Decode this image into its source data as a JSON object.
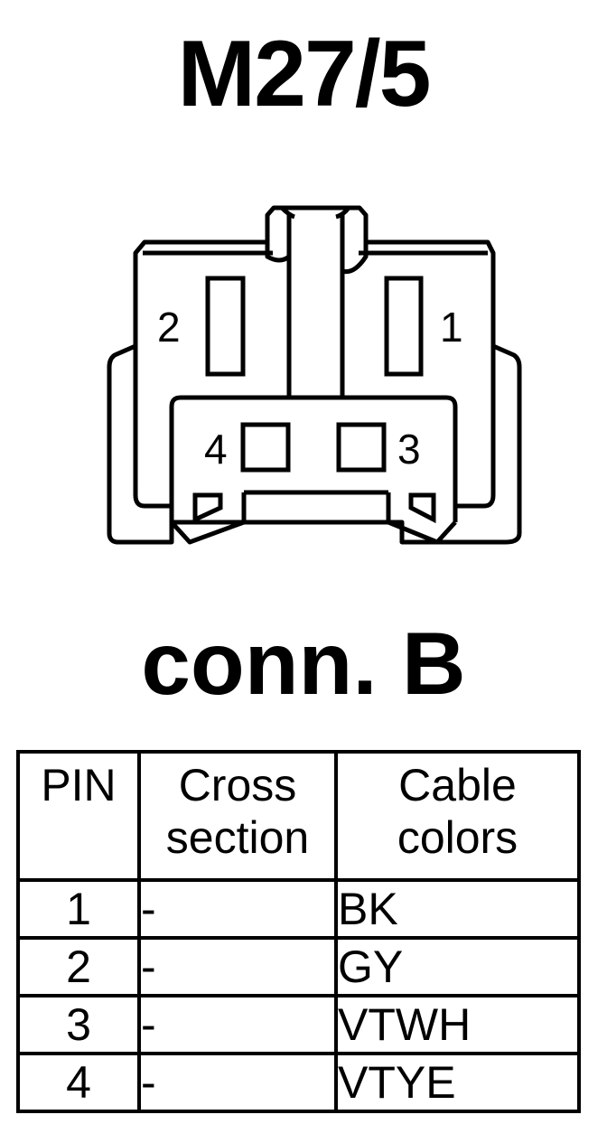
{
  "title": "M27/5",
  "connector": {
    "pin_labels": [
      "2",
      "1",
      "4",
      "3"
    ]
  },
  "subtitle": "conn. B",
  "table": {
    "headers": {
      "pin": "PIN",
      "cross_section": [
        "Cross",
        "section"
      ],
      "cable_colors": [
        "Cable",
        "colors"
      ]
    },
    "rows": [
      {
        "pin": "1",
        "cross_section": "-",
        "color": "BK"
      },
      {
        "pin": "2",
        "cross_section": "-",
        "color": "GY"
      },
      {
        "pin": "3",
        "cross_section": "-",
        "color": "VTWH"
      },
      {
        "pin": "4",
        "cross_section": "-",
        "color": "VTYE"
      }
    ]
  }
}
